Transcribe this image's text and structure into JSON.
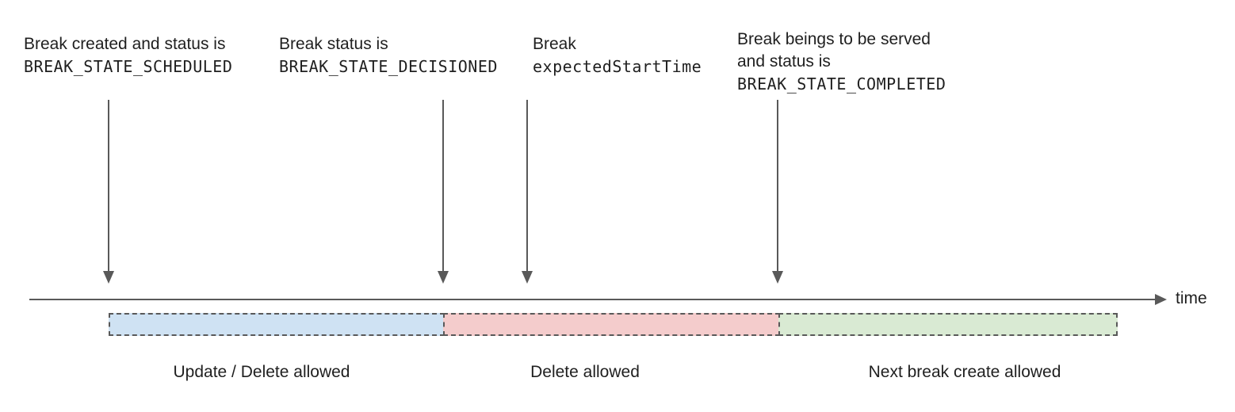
{
  "diagram": {
    "description": "Timeline of break lifecycle states and allowed operations",
    "colors": {
      "line": "#595959",
      "text": "#1f1f1f",
      "segment_update_delete": "#cfe2f3",
      "segment_delete": "#f4cccc",
      "segment_next_create": "#d9ead3"
    },
    "annotations": {
      "a1": {
        "line1": "Break created and status is",
        "line2": "BREAK_STATE_SCHEDULED"
      },
      "a2": {
        "line1": "Break status is",
        "line2": "BREAK_STATE_DECISIONED"
      },
      "a3": {
        "line1": "Break",
        "line2": "expectedStartTime"
      },
      "a4": {
        "line1": "Break beings to be served",
        "line2": "and status is",
        "line3": "BREAK_STATE_COMPLETED"
      }
    },
    "axis": {
      "label": "time"
    },
    "segments": {
      "s1": {
        "label": "Update / Delete allowed",
        "color": "#cfe2f3"
      },
      "s2": {
        "label": "Delete allowed",
        "color": "#f4cccc"
      },
      "s3": {
        "label": "Next break create allowed",
        "color": "#d9ead3"
      }
    }
  }
}
